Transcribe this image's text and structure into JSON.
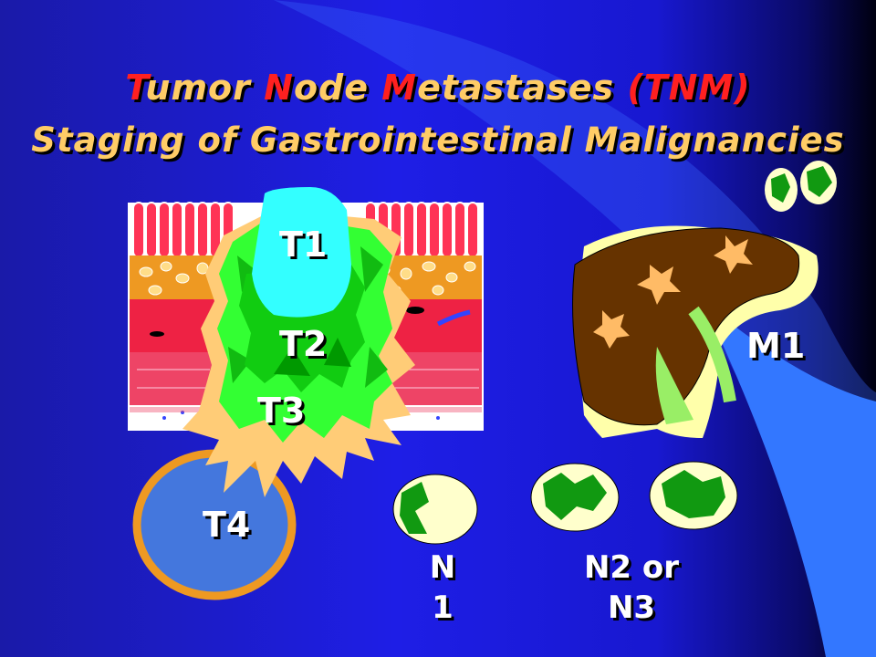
{
  "title": {
    "line1": [
      {
        "text": "T",
        "accent": true
      },
      {
        "text": "umor ",
        "accent": false
      },
      {
        "text": "N",
        "accent": true
      },
      {
        "text": "ode ",
        "accent": false
      },
      {
        "text": "M",
        "accent": true
      },
      {
        "text": "etastases ",
        "accent": false
      },
      {
        "text": "(TNM)",
        "accent": true
      }
    ],
    "line2": "Staging of Gastrointestinal Malignancies"
  },
  "labels": {
    "t1": "T1",
    "t2": "T2",
    "t3": "T3",
    "t4": "T4",
    "m1": "M1",
    "n1_line1": "N",
    "n1_line2": "1",
    "n23_line1": "N2 or",
    "n23_line2": "N3"
  },
  "colors": {
    "title_text": "#ffcc66",
    "title_accent": "#ff2020",
    "tumor_t1": "#33ffff",
    "tumor_t2": "#11cc11",
    "tumor_t3": "#33ff33",
    "tumor_t4": "#ffcc77",
    "liver": "#663300",
    "lymph_node": "#ffffcc",
    "adjacent_organ": "#4477dd"
  }
}
